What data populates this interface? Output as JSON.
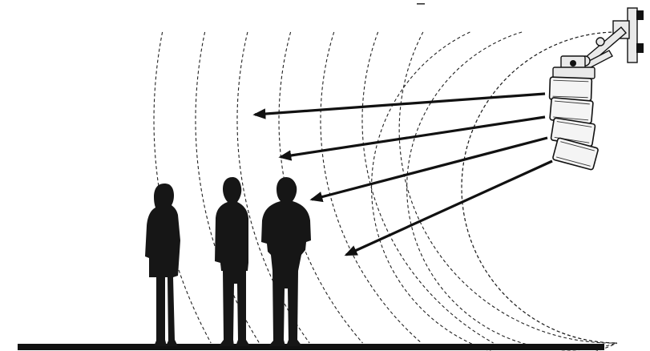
{
  "figure": {
    "subject": "",
    "accent_color": "#111111",
    "background_color": "#ffffff"
  },
  "elements": {
    "listeners_count": 3,
    "sound_rays_count": 4,
    "wavefront_count": 11,
    "cabinets_count": 4
  }
}
